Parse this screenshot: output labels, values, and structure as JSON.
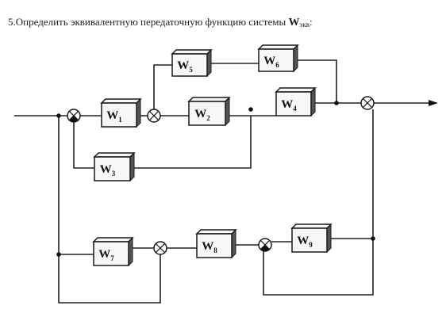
{
  "task": {
    "prefix": "5.Определить эквивалентную передаточную функцию системы ",
    "w": "W",
    "sub": "экв",
    "suffix": ":"
  },
  "blocks": [
    {
      "id": "W1",
      "letter": "W",
      "sub": "1"
    },
    {
      "id": "W2",
      "letter": "W",
      "sub": "2"
    },
    {
      "id": "W3",
      "letter": "W",
      "sub": "3"
    },
    {
      "id": "W4",
      "letter": "W",
      "sub": "4"
    },
    {
      "id": "W5",
      "letter": "W",
      "sub": "5"
    },
    {
      "id": "W6",
      "letter": "W",
      "sub": "6"
    },
    {
      "id": "W7",
      "letter": "W",
      "sub": "7"
    },
    {
      "id": "W8",
      "letter": "W",
      "sub": "8"
    },
    {
      "id": "W9",
      "letter": "W",
      "sub": "9"
    }
  ]
}
